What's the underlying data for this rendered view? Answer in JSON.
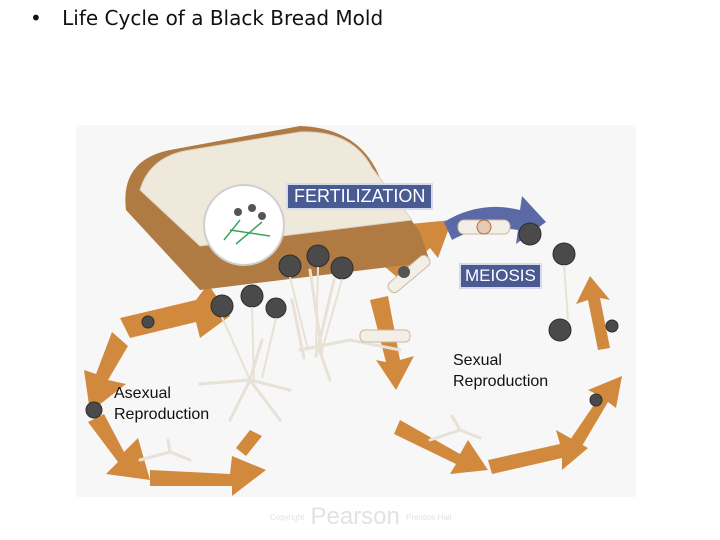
{
  "slide": {
    "bullet": "•",
    "title": "Life Cycle of a Black Bread Mold"
  },
  "diagram": {
    "labels": {
      "fertilization": "FERTILIZATION",
      "meiosis": "MEIOSIS",
      "asexual_line1": "Asexual",
      "asexual_line2": "Reproduction",
      "sexual_line1": "Sexual",
      "sexual_line2": "Reproduction"
    },
    "watermark": {
      "left": "Copyright",
      "center": "Pearson",
      "right": "Prentice Hall"
    },
    "colors": {
      "arrow_orange": "#d18a3d",
      "bread_crust": "#b07a43",
      "bread_crumb": "#efe9dc",
      "sporangium": "#4a4a4a",
      "hypha": "#f3eee6",
      "label_box": "#4a5a93",
      "fertilization_arrow": "#5b6aa6"
    },
    "icons": [
      "bread-slice-icon",
      "sporangium-icon",
      "hyphae-icon",
      "zygospore-icon",
      "cycle-arrow-icon"
    ]
  }
}
